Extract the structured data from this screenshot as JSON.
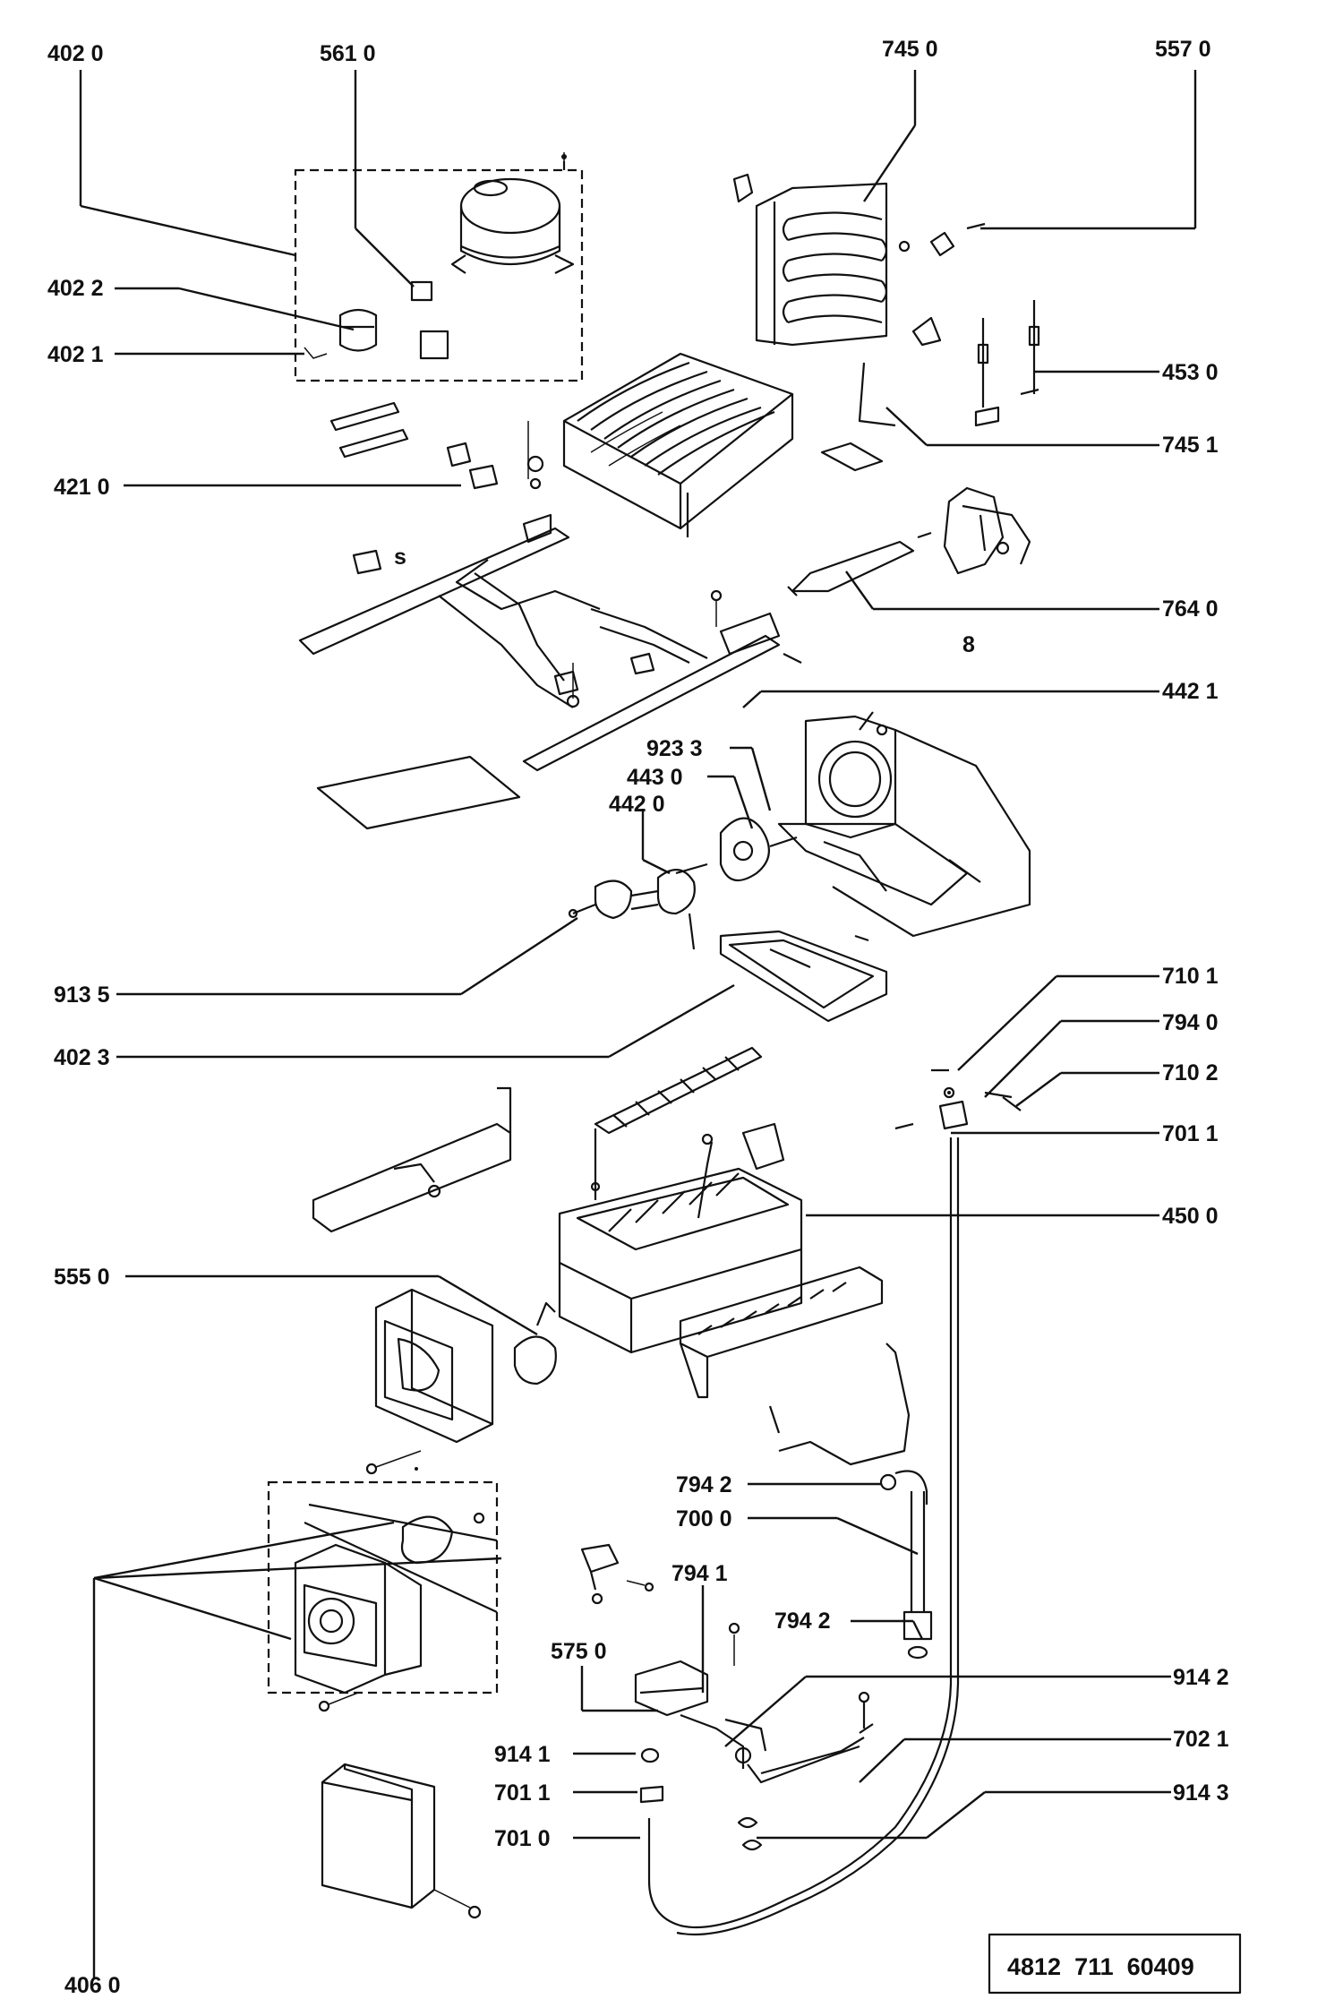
{
  "labels": {
    "l4020": "402 0",
    "l5610": "561 0",
    "l7450": "745 0",
    "l5570": "557 0",
    "l4022": "402 2",
    "l4021": "402 1",
    "l4530": "453 0",
    "l7451": "745 1",
    "l4210": "421 0",
    "l7640": "764 0",
    "l4421": "442 1",
    "l9233": "923 3",
    "l4430": "443 0",
    "l4420": "442 0",
    "l9135": "913 5",
    "l7101": "710 1",
    "l7940": "794 0",
    "l4023": "402 3",
    "l7102": "710 2",
    "l7011a": "701 1",
    "l4500": "450 0",
    "l5550": "555 0",
    "l7942a": "794 2",
    "l7000": "700 0",
    "l7941": "794 1",
    "l7942b": "794 2",
    "l5750": "575 0",
    "l9142": "914 2",
    "l9141": "914 1",
    "l7021": "702 1",
    "l7011b": "701 1",
    "l9143": "914 3",
    "l7010": "701 0",
    "l4060": "406 0"
  },
  "stray": {
    "s8": "8",
    "s5": "s"
  },
  "doc_number": "4812  711  60409"
}
